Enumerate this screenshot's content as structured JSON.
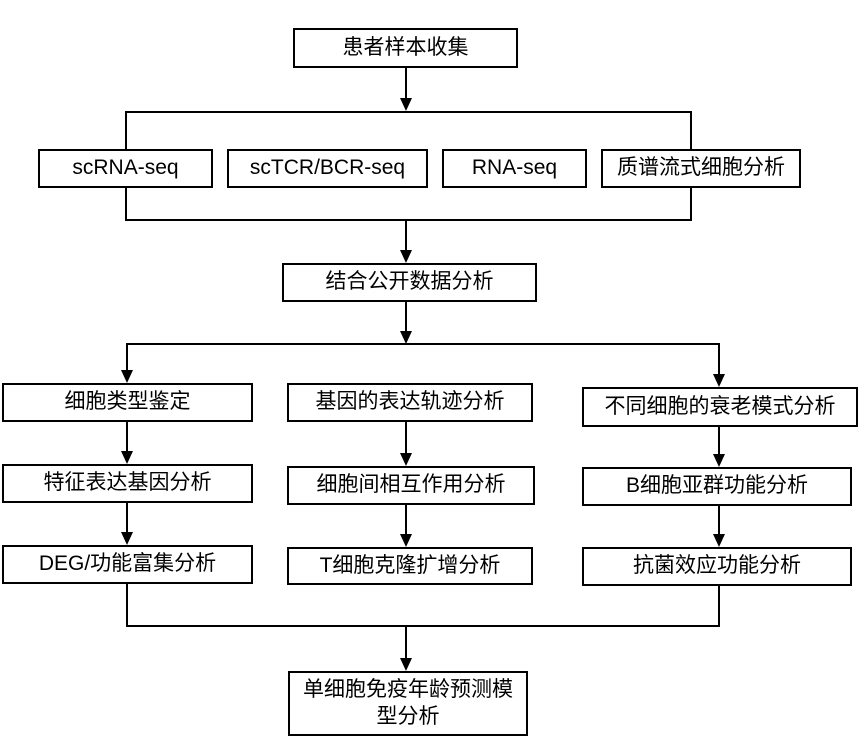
{
  "diagram": {
    "type": "flowchart",
    "background_color": "#ffffff",
    "line_color": "#000000",
    "text_color": "#000000",
    "nodes": {
      "patient_samples": {
        "label": "患者样本收集"
      },
      "scrna_seq": {
        "label": "scRNA-seq"
      },
      "sctcr_bcr_seq": {
        "label": "scTCR/BCR-seq"
      },
      "rna_seq": {
        "label": "RNA-seq"
      },
      "mass_cytometry": {
        "label": "质谱流式细胞分析"
      },
      "public_data": {
        "label": "结合公开数据分析"
      },
      "cell_type_id": {
        "label": "细胞类型鉴定"
      },
      "feature_gene": {
        "label": "特征表达基因分析"
      },
      "deg_enrichment": {
        "label": "DEG/功能富集分析"
      },
      "gene_trajectory": {
        "label": "基因的表达轨迹分析"
      },
      "cell_interaction": {
        "label": "细胞间相互作用分析"
      },
      "t_cell_clonal": {
        "label": "T细胞克隆扩增分析"
      },
      "aging_pattern": {
        "label": "不同细胞的衰老模式分析"
      },
      "b_cell_subsets": {
        "label": "B细胞亚群功能分析"
      },
      "antibacterial": {
        "label": "抗菌效应功能分析"
      },
      "age_prediction_model": {
        "label": "单细胞免疫年龄预测模型分析"
      }
    },
    "edges": [
      {
        "from": "patient_samples",
        "to": "sequencing_group"
      },
      {
        "from": "sequencing_group",
        "to": "public_data"
      },
      {
        "from": "public_data",
        "to": "cell_type_id"
      },
      {
        "from": "public_data",
        "to": "gene_trajectory"
      },
      {
        "from": "public_data",
        "to": "aging_pattern"
      },
      {
        "from": "cell_type_id",
        "to": "feature_gene"
      },
      {
        "from": "feature_gene",
        "to": "deg_enrichment"
      },
      {
        "from": "gene_trajectory",
        "to": "cell_interaction"
      },
      {
        "from": "cell_interaction",
        "to": "t_cell_clonal"
      },
      {
        "from": "aging_pattern",
        "to": "b_cell_subsets"
      },
      {
        "from": "b_cell_subsets",
        "to": "antibacterial"
      },
      {
        "from": "deg_enrichment",
        "to": "age_prediction_model"
      },
      {
        "from": "t_cell_clonal",
        "to": "age_prediction_model"
      },
      {
        "from": "antibacterial",
        "to": "age_prediction_model"
      }
    ]
  }
}
